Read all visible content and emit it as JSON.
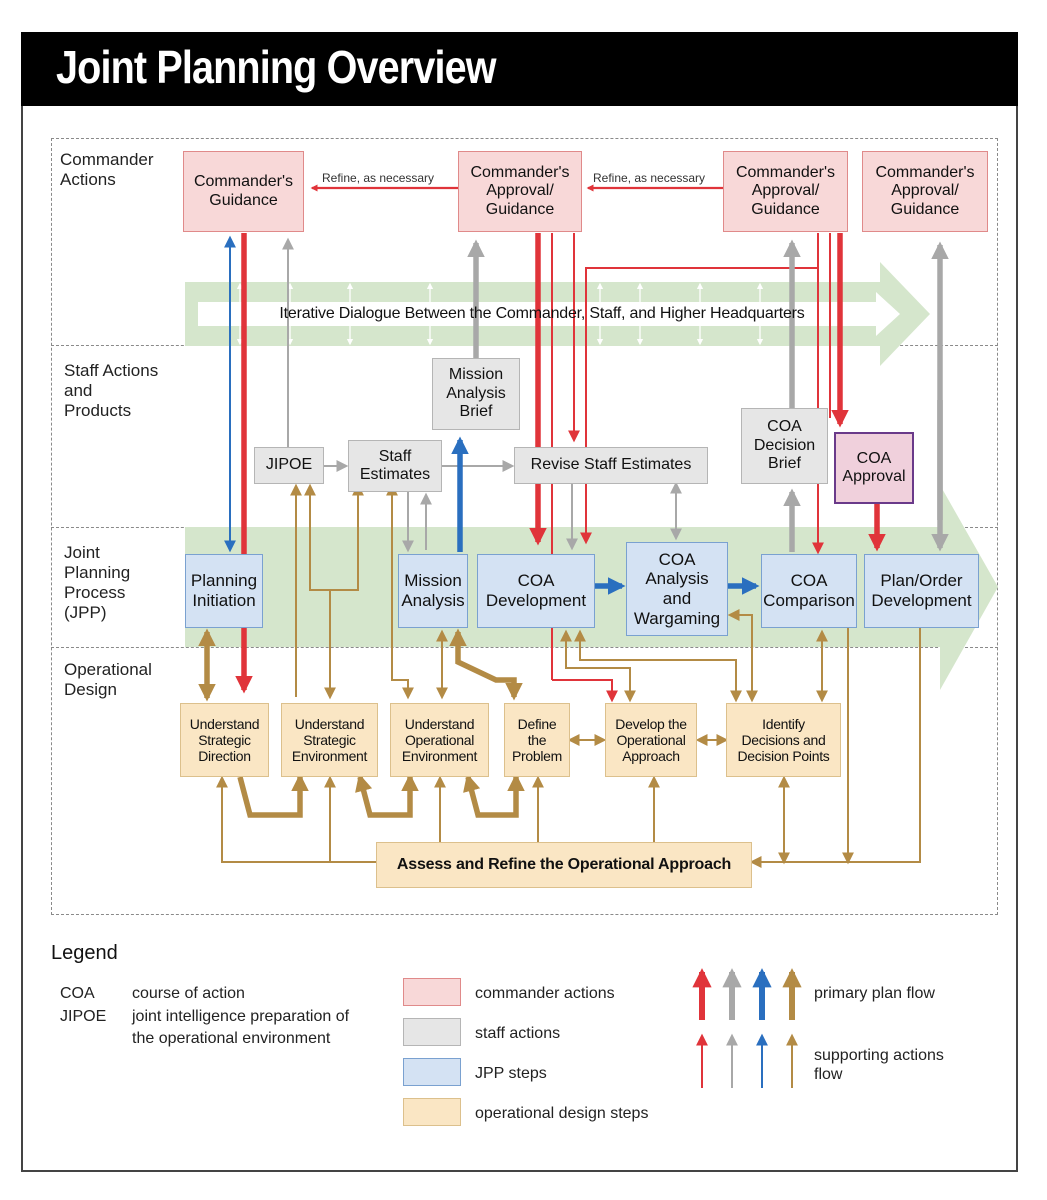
{
  "title": "Joint Planning Overview",
  "rows": {
    "commander": "Commander\nActions",
    "staff": "Staff Actions\nand\nProducts",
    "jpp": "Joint\nPlanning\nProcess\n(JPP)",
    "operational": "Operational\nDesign"
  },
  "commander_boxes": {
    "guidance": "Commander's\nGuidance",
    "approval_1": "Commander's\nApproval/\nGuidance",
    "approval_2": "Commander's\nApproval/\nGuidance",
    "approval_3": "Commander's\nApproval/\nGuidance"
  },
  "refine_notes": {
    "first": "Refine, as necessary",
    "second": "Refine, as necessary"
  },
  "dialogue": "Iterative Dialogue Between the Commander, Staff, and Higher Headquarters",
  "staff_boxes": {
    "jipoe": "JIPOE",
    "staff_estimates": "Staff\nEstimates",
    "mission_analysis_brief": "Mission\nAnalysis\nBrief",
    "revise_staff_estimates": "Revise Staff Estimates",
    "coa_decision_brief": "COA\nDecision\nBrief",
    "coa_approval": "COA\nApproval"
  },
  "jpp_boxes": {
    "planning_initiation": "Planning\nInitiation",
    "mission_analysis": "Mission\nAnalysis",
    "coa_development": "COA\nDevelopment",
    "coa_analysis": "COA\nAnalysis\nand\nWargaming",
    "coa_comparison": "COA\nComparison",
    "plan_order": "Plan/Order\nDevelopment"
  },
  "od_boxes": {
    "strategic_direction": "Understand\nStrategic\nDirection",
    "strategic_environment": "Understand\nStrategic\nEnvironment",
    "operational_environment": "Understand\nOperational\nEnvironment",
    "define_problem": "Define\nthe\nProblem",
    "develop_approach": "Develop the\nOperational\nApproach",
    "identify_decisions": "Identify\nDecisions and\nDecision Points",
    "assess_refine": "Assess and Refine the Operational Approach"
  },
  "legend": {
    "title": "Legend",
    "abbr": [
      {
        "term": "COA",
        "def": "course of action"
      },
      {
        "term": "JIPOE",
        "def": "joint intelligence preparation of\nthe operational environment"
      }
    ],
    "swatches": [
      {
        "label": "commander actions",
        "fill": "#f8d8d8",
        "stroke": "#e08a8a"
      },
      {
        "label": "staff actions",
        "fill": "#e6e6e6",
        "stroke": "#b5b5b5"
      },
      {
        "label": "JPP steps",
        "fill": "#d4e2f3",
        "stroke": "#7aa1d0"
      },
      {
        "label": "operational design steps",
        "fill": "#fae6c4",
        "stroke": "#dcc08c"
      }
    ],
    "primary_flow": "primary plan flow",
    "supporting_flow": "supporting actions\nflow"
  },
  "colors": {
    "commander": "#e0343a",
    "staff": "#a8a8a8",
    "jpp": "#2a6fbf",
    "operational": "#b38b45",
    "band": "#d5e6cc"
  }
}
